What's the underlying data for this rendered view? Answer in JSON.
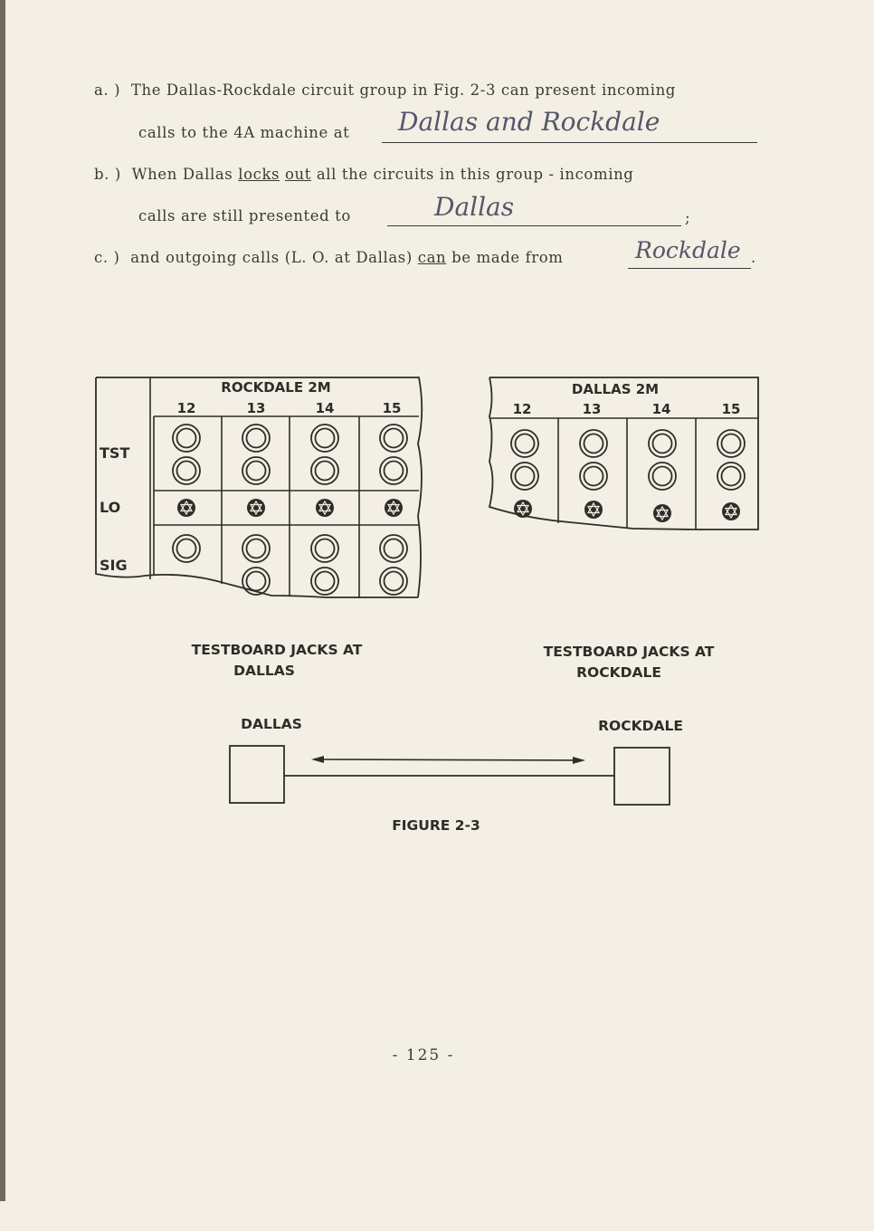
{
  "questions": {
    "a": {
      "label": "a. )",
      "line1": "The Dallas-Rockdale circuit group in Fig. 2-3 can present incoming",
      "line2": "calls to the 4A machine at",
      "answer": "Dallas and Rockdale"
    },
    "b": {
      "label": "b. )",
      "pre": "When Dallas",
      "w1": "locks",
      "w2": "out",
      "post": "all the circuits in this group - incoming",
      "line2": "calls are still presented to",
      "answer": "Dallas",
      "end": ";"
    },
    "c": {
      "label": "c. )",
      "pre": "and outgoing calls (L. O. at Dallas)",
      "w1": "can",
      "post": "be made from",
      "answer": "Rockdale",
      "end": "."
    }
  },
  "figure": {
    "rockdale_panel": {
      "title": "ROCKDALE 2M",
      "columns": [
        "12",
        "13",
        "14",
        "15"
      ],
      "rows": [
        "TST",
        "LO",
        "SIG"
      ]
    },
    "dallas_panel": {
      "title": "DALLAS 2M",
      "columns": [
        "12",
        "13",
        "14",
        "15"
      ]
    },
    "caption_left": [
      "TESTBOARD JACKS AT",
      "DALLAS"
    ],
    "caption_right": [
      "TESTBOARD JACKS AT",
      "ROCKDALE"
    ],
    "station_left": "DALLAS",
    "station_right": "ROCKDALE",
    "figure_label": "FIGURE 2-3"
  },
  "page_number": "- 125 -"
}
